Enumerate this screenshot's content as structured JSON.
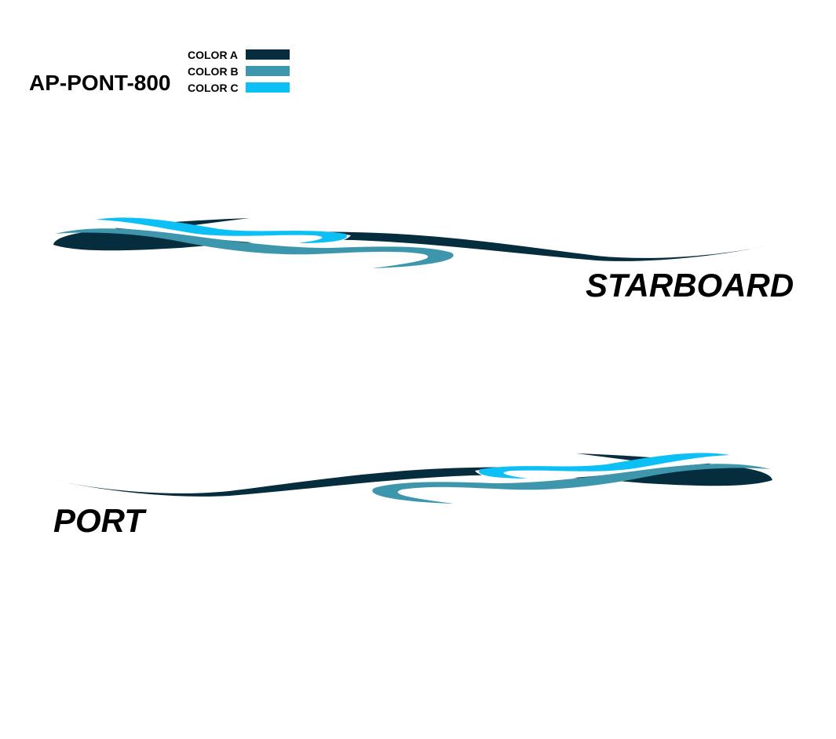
{
  "model_code": "AP-PONT-800",
  "legend": [
    {
      "label": "COLOR A",
      "color": "#052d3d"
    },
    {
      "label": "COLOR B",
      "color": "#3e96ad"
    },
    {
      "label": "COLOR C",
      "color": "#0cc0f5"
    }
  ],
  "sides": {
    "starboard": "STARBOARD",
    "port": "PORT"
  }
}
